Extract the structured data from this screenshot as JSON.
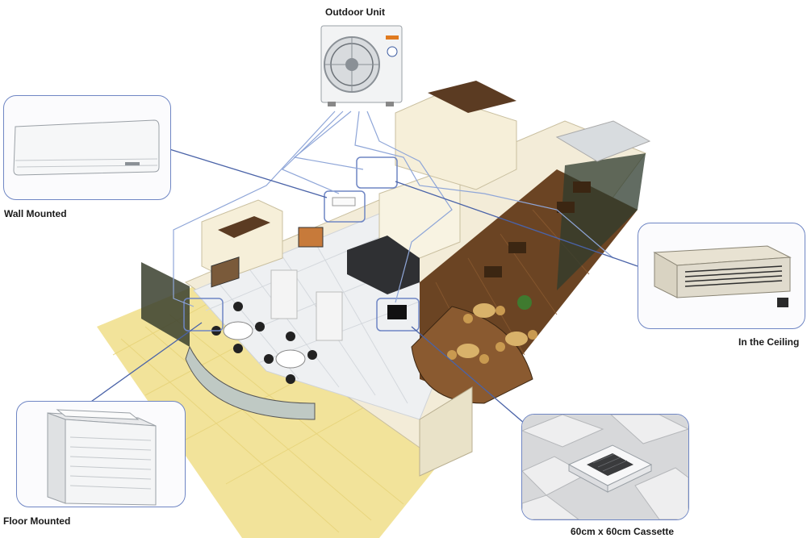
{
  "labels": {
    "outdoor_unit": "Outdoor Unit",
    "wall_mounted": "Wall Mounted",
    "in_the_ceiling": "In the Ceiling",
    "floor_mounted": "Floor Mounted",
    "cassette": "60cm x 60cm Cassette"
  },
  "colors": {
    "callout_border": "#6f86c4",
    "pipe_line": "#8fa6d8",
    "floor_tile": "#f2e39a",
    "wood_floor": "#6b4423",
    "wall": "#f3ecd8"
  }
}
